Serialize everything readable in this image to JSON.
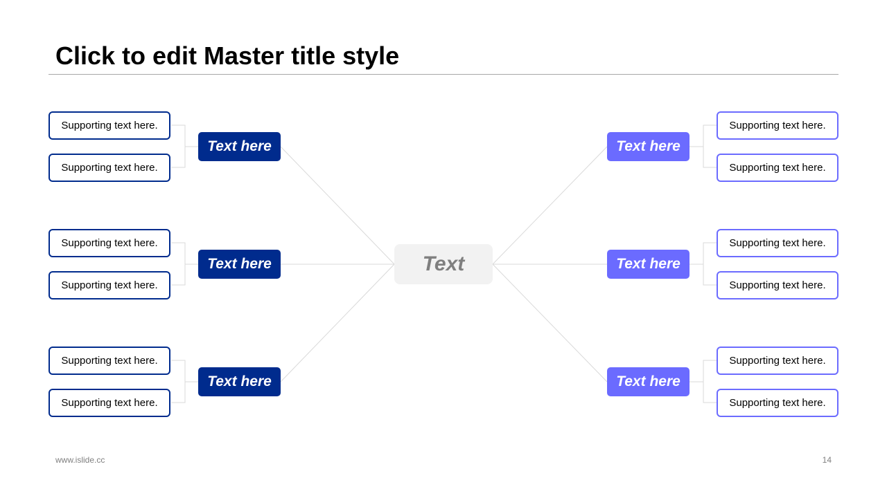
{
  "title": "Click to edit Master title style",
  "center": {
    "label": "Text"
  },
  "colors": {
    "left": "#002b8d",
    "right": "#6b6bff",
    "center_bg": "#f2f2f2",
    "lines": "#d9d9d9"
  },
  "left_branches": [
    {
      "label": "Text here",
      "supports": [
        "Supporting text here.",
        "Supporting text here."
      ]
    },
    {
      "label": "Text here",
      "supports": [
        "Supporting text here.",
        "Supporting text here."
      ]
    },
    {
      "label": "Text here",
      "supports": [
        "Supporting text here.",
        "Supporting text here."
      ]
    }
  ],
  "right_branches": [
    {
      "label": "Text here",
      "supports": [
        "Supporting text here.",
        "Supporting text here."
      ]
    },
    {
      "label": "Text here",
      "supports": [
        "Supporting text here.",
        "Supporting text here."
      ]
    },
    {
      "label": "Text here",
      "supports": [
        "Supporting text here.",
        "Supporting text here."
      ]
    }
  ],
  "footer": {
    "url": "www.islide.cc",
    "page": "14"
  }
}
